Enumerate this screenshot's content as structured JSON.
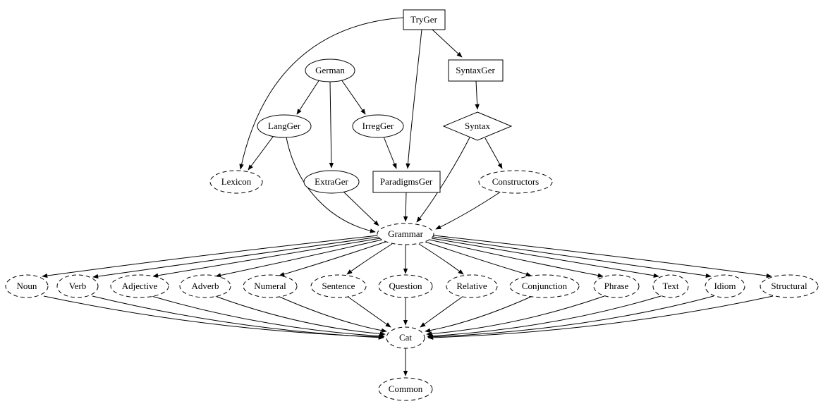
{
  "diagram": {
    "type": "dependency-graph",
    "colors": {
      "background": "#ffffff",
      "node_stroke": "#000000",
      "edge": "#000000",
      "text": "#000000"
    },
    "nodes": {
      "tryger": {
        "label": "TryGer",
        "shape": "box",
        "style": "solid"
      },
      "syntaxger": {
        "label": "SyntaxGer",
        "shape": "box",
        "style": "solid"
      },
      "german": {
        "label": "German",
        "shape": "ellipse",
        "style": "solid"
      },
      "langger": {
        "label": "LangGer",
        "shape": "ellipse",
        "style": "solid"
      },
      "irregger": {
        "label": "IrregGer",
        "shape": "ellipse",
        "style": "solid"
      },
      "syntax": {
        "label": "Syntax",
        "shape": "diamond",
        "style": "solid"
      },
      "lexicon": {
        "label": "Lexicon",
        "shape": "ellipse",
        "style": "dashed"
      },
      "extrager": {
        "label": "ExtraGer",
        "shape": "ellipse",
        "style": "solid"
      },
      "paradigmsger": {
        "label": "ParadigmsGer",
        "shape": "box",
        "style": "solid"
      },
      "constructors": {
        "label": "Constructors",
        "shape": "ellipse",
        "style": "dashed"
      },
      "grammar": {
        "label": "Grammar",
        "shape": "ellipse",
        "style": "dashed"
      },
      "noun": {
        "label": "Noun",
        "shape": "ellipse",
        "style": "dashed"
      },
      "verb": {
        "label": "Verb",
        "shape": "ellipse",
        "style": "dashed"
      },
      "adjective": {
        "label": "Adjective",
        "shape": "ellipse",
        "style": "dashed"
      },
      "adverb": {
        "label": "Adverb",
        "shape": "ellipse",
        "style": "dashed"
      },
      "numeral": {
        "label": "Numeral",
        "shape": "ellipse",
        "style": "dashed"
      },
      "sentence": {
        "label": "Sentence",
        "shape": "ellipse",
        "style": "dashed"
      },
      "question": {
        "label": "Question",
        "shape": "ellipse",
        "style": "dashed"
      },
      "relative": {
        "label": "Relative",
        "shape": "ellipse",
        "style": "dashed"
      },
      "conjunction": {
        "label": "Conjunction",
        "shape": "ellipse",
        "style": "dashed"
      },
      "phrase": {
        "label": "Phrase",
        "shape": "ellipse",
        "style": "dashed"
      },
      "text": {
        "label": "Text",
        "shape": "ellipse",
        "style": "dashed"
      },
      "idiom": {
        "label": "Idiom",
        "shape": "ellipse",
        "style": "dashed"
      },
      "structural": {
        "label": "Structural",
        "shape": "ellipse",
        "style": "dashed"
      },
      "cat": {
        "label": "Cat",
        "shape": "ellipse",
        "style": "dashed"
      },
      "common": {
        "label": "Common",
        "shape": "ellipse",
        "style": "dashed"
      }
    },
    "edges": [
      [
        "TryGer",
        "Lexicon"
      ],
      [
        "TryGer",
        "SyntaxGer"
      ],
      [
        "TryGer",
        "ParadigmsGer"
      ],
      [
        "German",
        "LangGer"
      ],
      [
        "German",
        "IrregGer"
      ],
      [
        "German",
        "ExtraGer"
      ],
      [
        "SyntaxGer",
        "Syntax"
      ],
      [
        "LangGer",
        "Lexicon"
      ],
      [
        "LangGer",
        "Grammar"
      ],
      [
        "IrregGer",
        "ParadigmsGer"
      ],
      [
        "Syntax",
        "Grammar"
      ],
      [
        "Syntax",
        "Constructors"
      ],
      [
        "ExtraGer",
        "Grammar"
      ],
      [
        "ParadigmsGer",
        "Grammar"
      ],
      [
        "Constructors",
        "Grammar"
      ],
      [
        "Grammar",
        "Noun"
      ],
      [
        "Grammar",
        "Verb"
      ],
      [
        "Grammar",
        "Adjective"
      ],
      [
        "Grammar",
        "Adverb"
      ],
      [
        "Grammar",
        "Numeral"
      ],
      [
        "Grammar",
        "Sentence"
      ],
      [
        "Grammar",
        "Question"
      ],
      [
        "Grammar",
        "Relative"
      ],
      [
        "Grammar",
        "Conjunction"
      ],
      [
        "Grammar",
        "Phrase"
      ],
      [
        "Grammar",
        "Text"
      ],
      [
        "Grammar",
        "Idiom"
      ],
      [
        "Grammar",
        "Structural"
      ],
      [
        "Noun",
        "Cat"
      ],
      [
        "Verb",
        "Cat"
      ],
      [
        "Adjective",
        "Cat"
      ],
      [
        "Adverb",
        "Cat"
      ],
      [
        "Numeral",
        "Cat"
      ],
      [
        "Sentence",
        "Cat"
      ],
      [
        "Question",
        "Cat"
      ],
      [
        "Relative",
        "Cat"
      ],
      [
        "Conjunction",
        "Cat"
      ],
      [
        "Phrase",
        "Cat"
      ],
      [
        "Text",
        "Cat"
      ],
      [
        "Idiom",
        "Cat"
      ],
      [
        "Structural",
        "Cat"
      ],
      [
        "Cat",
        "Common"
      ]
    ]
  }
}
